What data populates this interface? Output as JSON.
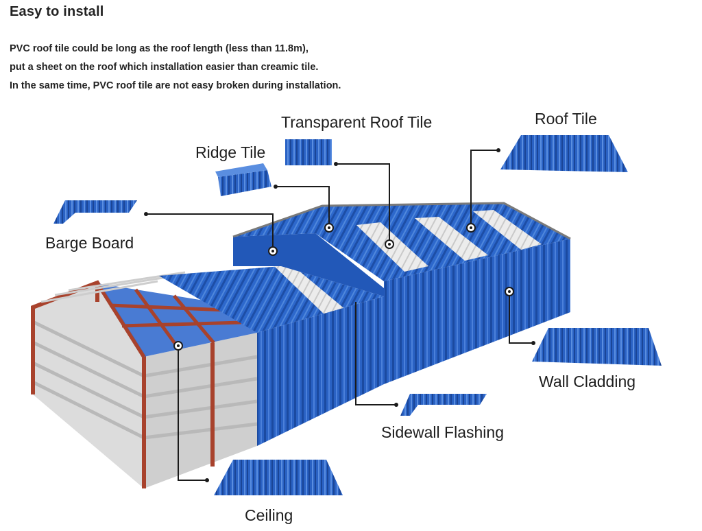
{
  "heading": "Easy to install",
  "intro": [
    "PVC roof tile could be long as the roof length (less than 11.8m),",
    "put a sheet on the roof which installation easier than creamic tile.",
    "In the same time, PVC roof tile are not easy broken during installation."
  ],
  "labels": {
    "transparent_roof_tile": "Transparent Roof Tile",
    "roof_tile": "Roof Tile",
    "ridge_tile": "Ridge Tile",
    "barge_board": "Barge Board",
    "wall_cladding": "Wall Cladding",
    "sidewall_flashing": "Sidewall Flashing",
    "ceiling": "Ceiling"
  },
  "colors": {
    "panel_blue": "#2a62c4",
    "panel_dark": "#1a4596",
    "transparent_strip": "#e6e6e6",
    "steel_frame": "#a8422c",
    "leader_line": "#1a1a1a"
  }
}
